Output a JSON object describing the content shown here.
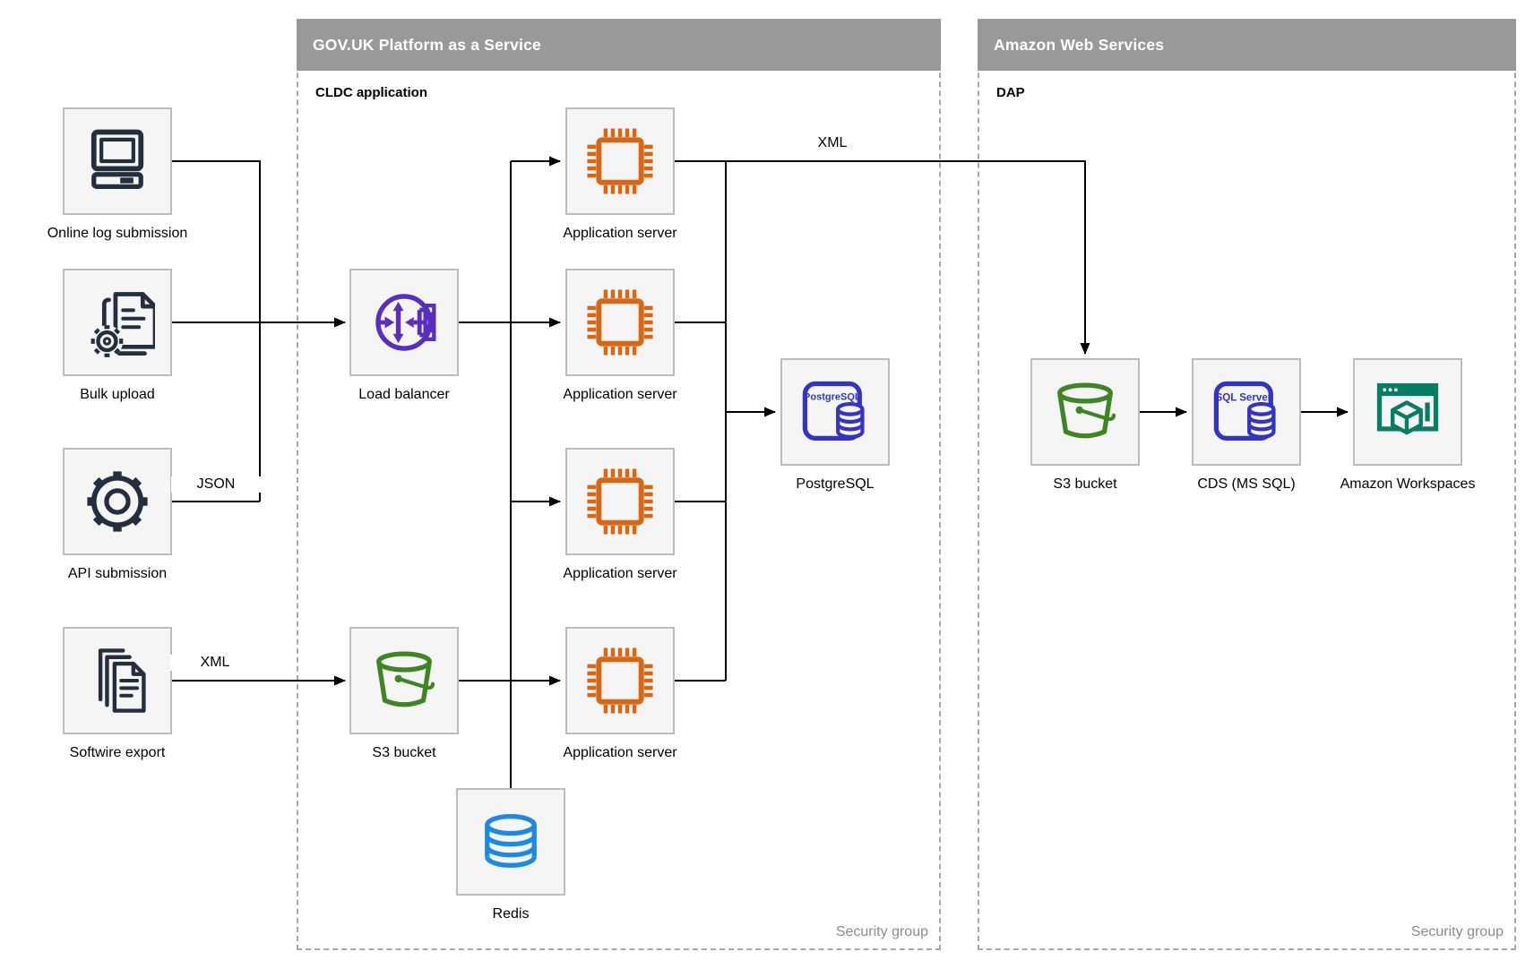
{
  "diagram": {
    "govuk": {
      "title": "GOV.UK Platform as a Service",
      "sublabel": "CLDC application",
      "security_label": "Security group"
    },
    "aws": {
      "title": "Amazon Web Services",
      "sublabel": "DAP",
      "security_label": "Security group"
    },
    "nodes": {
      "online_log": {
        "label": "Online log submission"
      },
      "bulk_upload": {
        "label": "Bulk upload"
      },
      "api_submission": {
        "label": "API submission"
      },
      "softwire_export": {
        "label": "Softwire export"
      },
      "load_balancer": {
        "label": "Load balancer"
      },
      "app_server_1": {
        "label": "Application server"
      },
      "app_server_2": {
        "label": "Application server"
      },
      "app_server_3": {
        "label": "Application server"
      },
      "app_server_4": {
        "label": "Application server"
      },
      "postgresql": {
        "label": "PostgreSQL"
      },
      "s3_paas": {
        "label": "S3 bucket"
      },
      "redis": {
        "label": "Redis"
      },
      "s3_aws": {
        "label": "S3 bucket"
      },
      "cds": {
        "label": "CDS (MS SQL)"
      },
      "workspaces": {
        "label": "Amazon Workspaces"
      }
    },
    "edge_labels": {
      "json": "JSON",
      "xml_export": "XML",
      "xml_feed": "XML"
    },
    "icon_text": {
      "postgresql": "PostgreSQL",
      "sql_server": "SQL Server"
    },
    "colors": {
      "header_gray": "#999999",
      "icon_navy": "#232F3E",
      "server_orange": "#D86613",
      "balancer_purple": "#5A2EBE",
      "database_indigo": "#3533C4",
      "bucket_green": "#3E8624",
      "redis_blue": "#1E88E5",
      "workspaces_teal": "#077D66",
      "edge_black": "#000000"
    }
  }
}
